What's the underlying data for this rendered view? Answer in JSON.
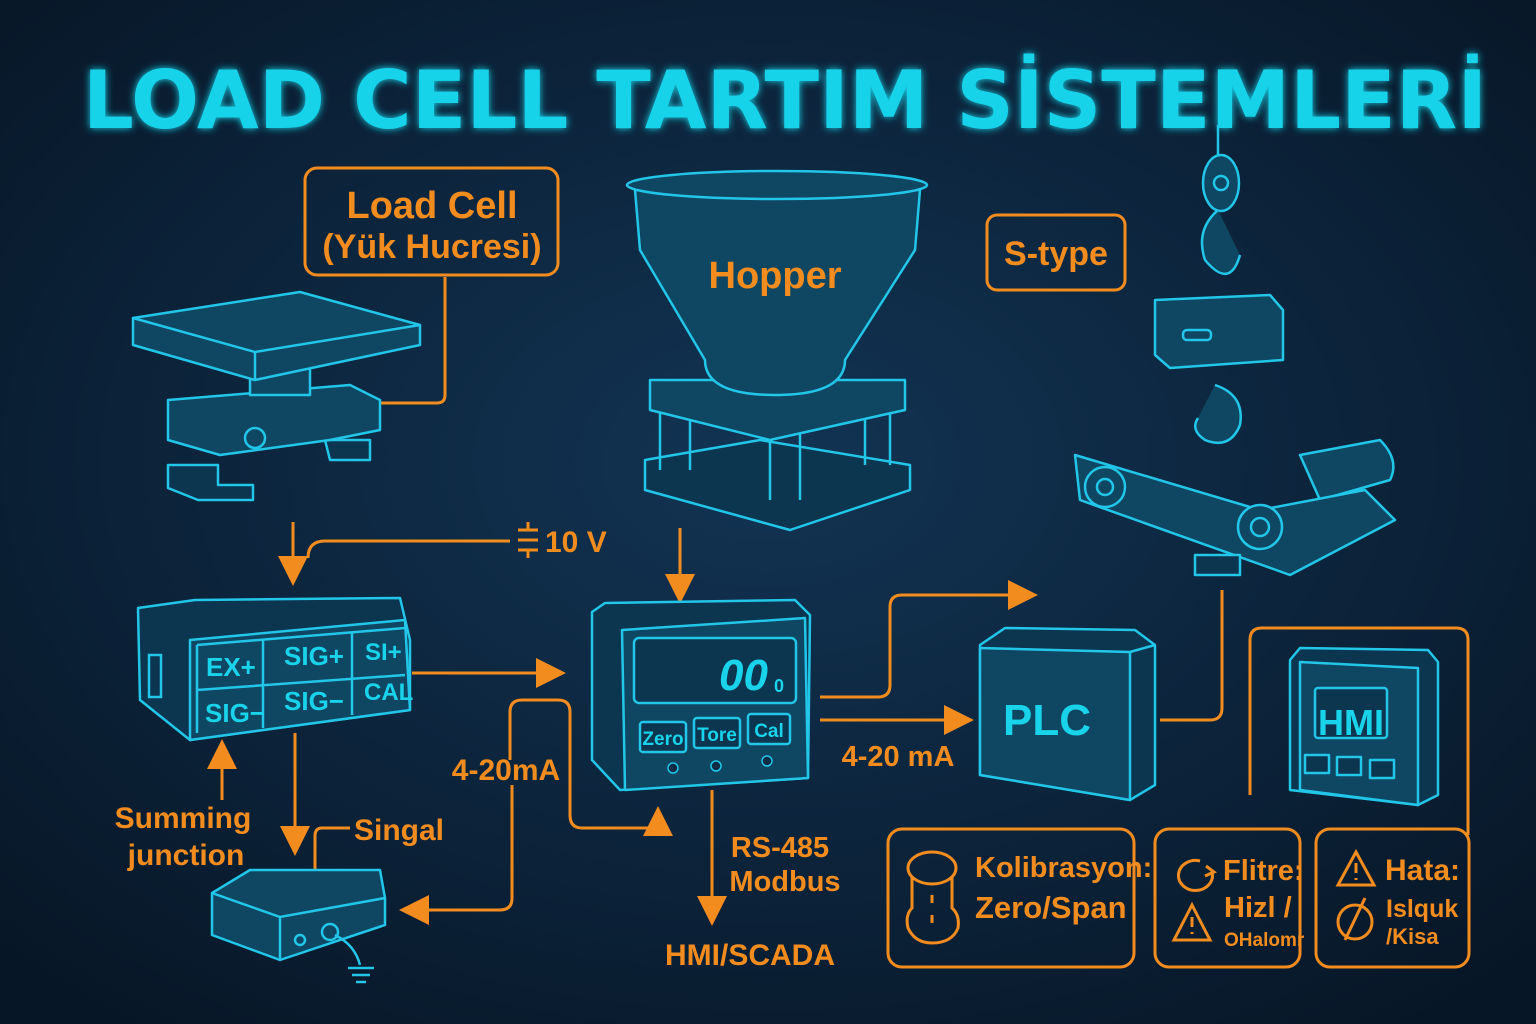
{
  "title": "LOAD CELL TARTIM SİSTEMLERİ",
  "labels": {
    "load_cell_line1": "Load Cell",
    "load_cell_line2": "(Yük Hucresi)",
    "hopper": "Hopper",
    "s_type": "S-type",
    "excitation": "10 V",
    "summing_line1": "Summing",
    "summing_line2": "junction",
    "signal": "Singal",
    "current_loop_left": "4-20mA",
    "current_loop_right": "4-20 mA",
    "rs485": "RS-485",
    "modbus": "Modbus",
    "hmi_scada": "HMI/SCADA",
    "plc": "PLC",
    "hmi": "HMI"
  },
  "junction_box": {
    "terminals": [
      "EX+",
      "SIG+",
      "SI+",
      "SIG−",
      "SIG−",
      "CAL"
    ]
  },
  "indicator": {
    "display": "00",
    "display_unit": "0",
    "buttons": [
      "Zero",
      "Tore",
      "Cal"
    ]
  },
  "info_boxes": [
    {
      "title": "Kolibrasyon:",
      "line2": "Zero/Span",
      "icon": "load-cell-icon"
    },
    {
      "title": "Flitre:",
      "line2": "Hizl /",
      "line3": "OHalomr",
      "icon": "refresh-warning-icon"
    },
    {
      "title": "Hata:",
      "line2": "Islquk",
      "line3": "/Kisa",
      "icon": "warning-compass-icon"
    }
  ],
  "colors": {
    "accent_cyan": "#19d3ea",
    "accent_orange": "#f28c1e",
    "background": "#0a1e33"
  }
}
